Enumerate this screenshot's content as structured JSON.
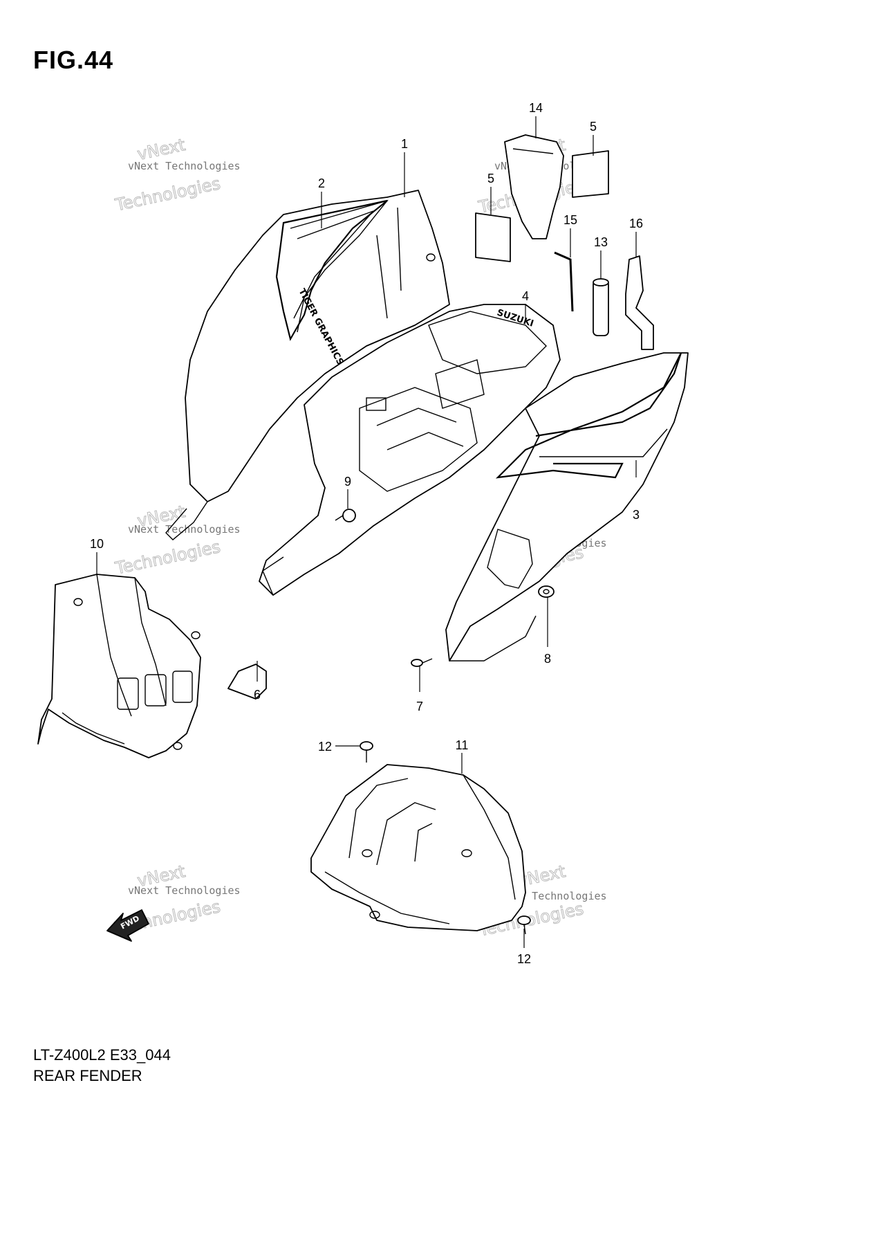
{
  "figure": {
    "title": "FIG.44",
    "model_code": "LT-Z400L2 E33_044",
    "section_name": "REAR FENDER"
  },
  "watermark": {
    "line1": "vNext Technologies",
    "line2": "vNext",
    "line3": "Technologies"
  },
  "decals": {
    "brand": "SUZUKI",
    "fwd": "FWD"
  },
  "callouts": [
    {
      "id": "c1",
      "label": "1"
    },
    {
      "id": "c2",
      "label": "2"
    },
    {
      "id": "c3",
      "label": "3"
    },
    {
      "id": "c4",
      "label": "4"
    },
    {
      "id": "c5a",
      "label": "5"
    },
    {
      "id": "c5b",
      "label": "5"
    },
    {
      "id": "c6",
      "label": "6"
    },
    {
      "id": "c7",
      "label": "7"
    },
    {
      "id": "c8",
      "label": "8"
    },
    {
      "id": "c9",
      "label": "9"
    },
    {
      "id": "c10",
      "label": "10"
    },
    {
      "id": "c11",
      "label": "11"
    },
    {
      "id": "c12a",
      "label": "12"
    },
    {
      "id": "c12b",
      "label": "12"
    },
    {
      "id": "c13",
      "label": "13"
    },
    {
      "id": "c14",
      "label": "14"
    },
    {
      "id": "c15",
      "label": "15"
    },
    {
      "id": "c16",
      "label": "16"
    }
  ]
}
